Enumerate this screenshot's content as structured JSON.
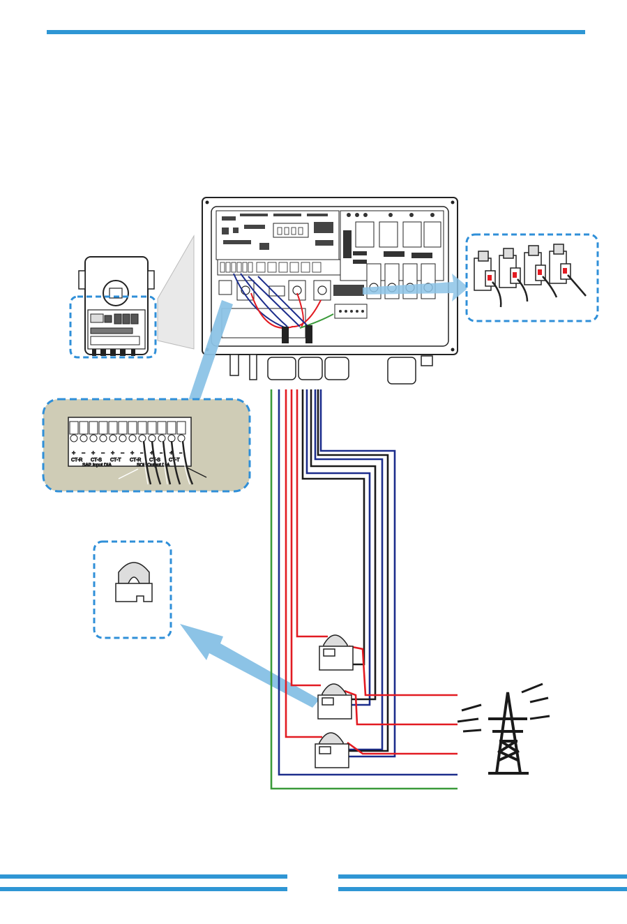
{
  "colors": {
    "accent_blue": "#2f96d4",
    "callout_fill": "#cfccb6",
    "callout_border": "#2f8fd8",
    "arrow_blue": "#8cc3e6",
    "wire_red": "#e21b22",
    "wire_navy": "#1c2d8c",
    "wire_black": "#1a1a1a",
    "wire_green": "#3a9a3a"
  },
  "terminal_block": {
    "polarity_row": [
      "+",
      "−",
      "+",
      "−",
      "+",
      "−",
      "+",
      "−",
      "+",
      "−",
      "+",
      "−"
    ],
    "group_labels": [
      "CT-R",
      "CT-S",
      "CT-T",
      "CT-R",
      "CT-S",
      "CT-T"
    ],
    "bottom_labels": [
      "SAP Input DIA",
      "SOF Output DIA"
    ]
  },
  "icons": {
    "inverter": "inverter-icon",
    "breaker": "breaker-icon",
    "ct_clamp": "ct-clamp-icon",
    "pylon": "power-pylon-icon"
  }
}
